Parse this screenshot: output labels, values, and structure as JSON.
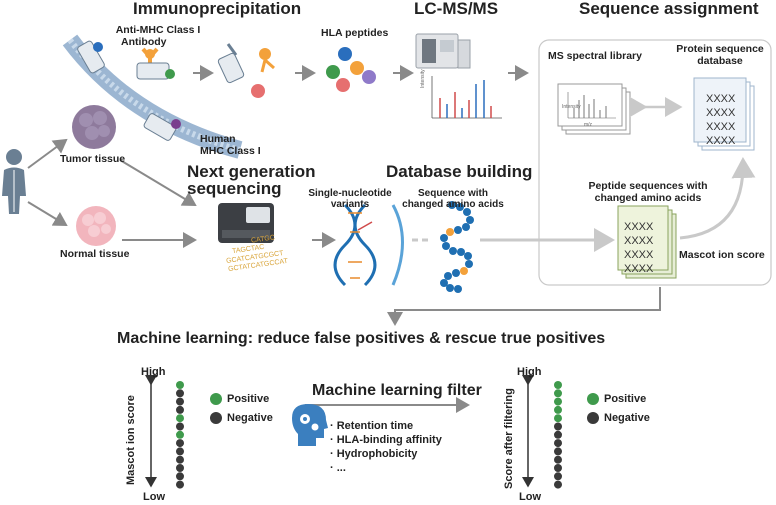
{
  "headers": {
    "immunoprecipitation": "Immunoprecipitation",
    "lcms": "LC-MS/MS",
    "sequence_assignment": "Sequence assignment",
    "ngs_line1": "Next generation",
    "ngs_line2": "sequencing",
    "database_building": "Database building",
    "ml_title": "Machine learning: reduce false positives & rescue true positives",
    "ml_filter": "Machine learning filter"
  },
  "labels": {
    "anti_mhc_line1": "Anti-MHC Class I",
    "anti_mhc_line2": "Antibody",
    "hla_peptides": "HLA peptides",
    "human_mhc_line1": "Human",
    "human_mhc_line2": "MHC Class I",
    "tumor_tissue": "Tumor tissue",
    "normal_tissue": "Normal tissue",
    "ms_spectral_library": "MS spectral library",
    "protein_db_line1": "Protein sequence",
    "protein_db_line2": "database",
    "snv_line1": "Single-nucleotide",
    "snv_line2": "variants",
    "seq_changed_line1": "Sequence with",
    "seq_changed_line2": "changed amino acids",
    "pep_changed_line1": "Peptide sequences with",
    "pep_changed_line2": "changed amino acids",
    "mascot_ion_score": "Mascot ion score",
    "intensity": "Intensity",
    "mz": "m/z",
    "ngs_reads": [
      "CATGC",
      "TAGCTAC",
      "GCATCATGCGCT",
      "GCTATCATGCCAT"
    ]
  },
  "database_card": [
    "XXXX",
    "XXXX",
    "XXXX",
    "XXXX"
  ],
  "peptide_card": [
    "XXXX",
    "XXXX",
    "XXXX",
    "XXXX"
  ],
  "ml_left": {
    "axis_label": "Mascot ion score",
    "high": "High",
    "low": "Low",
    "legend_positive": "Positive",
    "legend_negative": "Negative",
    "beads": [
      "positive",
      "negative",
      "negative",
      "negative",
      "positive",
      "negative",
      "positive",
      "negative",
      "negative",
      "negative",
      "negative",
      "negative",
      "negative"
    ]
  },
  "ml_right": {
    "axis_label": "Score after filtering",
    "high": "High",
    "low": "Low",
    "legend_positive": "Positive",
    "legend_negative": "Negative",
    "beads": [
      "positive",
      "positive",
      "positive",
      "positive",
      "positive",
      "negative",
      "negative",
      "negative",
      "negative",
      "negative",
      "negative",
      "negative",
      "negative"
    ]
  },
  "ml_features": [
    "· Retention time",
    "· HLA-binding affinity",
    "· Hydrophobicity",
    "· ..."
  ],
  "colors": {
    "positive": "#3f9a4c",
    "negative": "#3a3a3a",
    "arrow": "#8a8a8a",
    "membrane": "#9cb6d2",
    "peptide_orange": "#f3a13b",
    "dna_blue": "#1f6fb2"
  }
}
